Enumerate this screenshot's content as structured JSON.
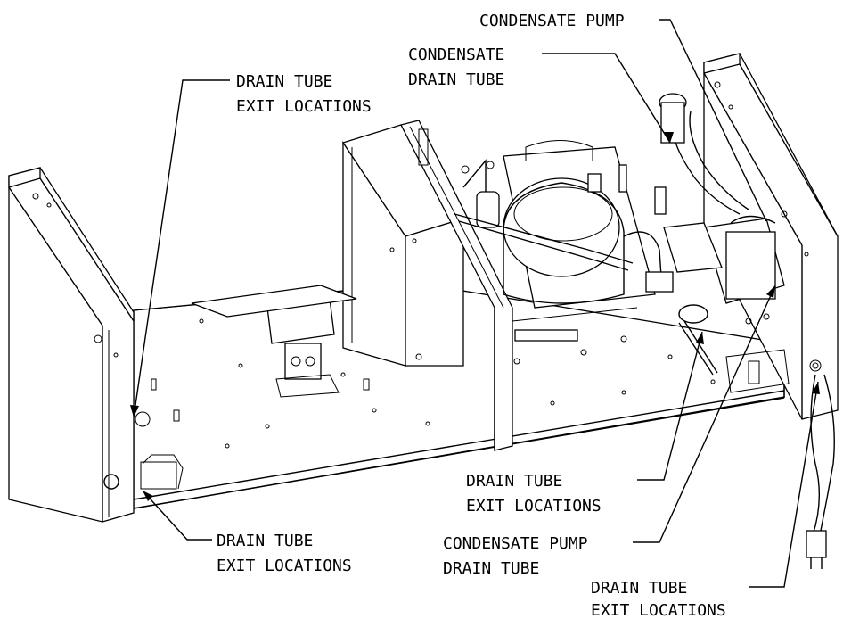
{
  "labels": {
    "condensate_pump": "CONDENSATE PUMP",
    "condensate_drain_tube_line1": "CONDENSATE",
    "condensate_drain_tube_line2": "DRAIN TUBE",
    "drain_exit_top_left_line1": "DRAIN TUBE",
    "drain_exit_top_left_line2": "EXIT LOCATIONS",
    "drain_exit_bottom_left_line1": "DRAIN TUBE",
    "drain_exit_bottom_left_line2": "EXIT LOCATIONS",
    "drain_exit_center_line1": "DRAIN TUBE",
    "drain_exit_center_line2": "EXIT LOCATIONS",
    "pump_drain_tube_line1": "CONDENSATE PUMP",
    "pump_drain_tube_line2": "DRAIN TUBE",
    "drain_exit_bottom_right_line1": "DRAIN TUBE",
    "drain_exit_bottom_right_line2": "EXIT LOCATIONS"
  }
}
